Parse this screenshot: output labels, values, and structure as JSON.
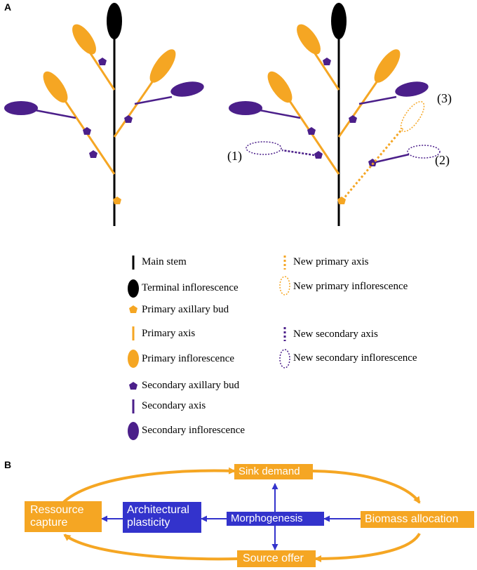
{
  "panel_a": {
    "label": "A",
    "callouts": [
      "(1)",
      "(2)",
      "(3)"
    ]
  },
  "legend": {
    "left": [
      {
        "icon": "main-stem",
        "label": "Main stem"
      },
      {
        "icon": "terminal-inflorescence",
        "label": "Terminal inflorescence"
      },
      {
        "icon": "primary-axillary-bud",
        "label": "Primary axillary bud"
      },
      {
        "icon": "primary-axis",
        "label": "Primary axis"
      },
      {
        "icon": "primary-inflorescence",
        "label": "Primary inflorescence"
      },
      {
        "icon": "secondary-axillary-bud",
        "label": "Secondary axillary bud"
      },
      {
        "icon": "secondary-axis",
        "label": "Secondary axis"
      },
      {
        "icon": "secondary-inflorescence",
        "label": "Secondary inflorescence"
      }
    ],
    "right": [
      {
        "icon": "new-primary-axis",
        "label": "New primary axis"
      },
      {
        "icon": "new-primary-inflorescence",
        "label": "New primary inflorescence"
      },
      {
        "icon": "new-secondary-axis",
        "label": "New secondary axis"
      },
      {
        "icon": "new-secondary-inflorescence",
        "label": "New secondary inflorescence"
      }
    ]
  },
  "panel_b": {
    "label": "B",
    "boxes": {
      "sink_demand": "Sink demand",
      "resource_capture": "Ressource\ncapture",
      "architectural_plasticity": "Architectural\nplasticity",
      "morphogenesis": "Morphogenesis",
      "biomass_allocation": "Biomass allocation",
      "source_offer": "Source offer"
    }
  },
  "colors": {
    "orange": "#f5a623",
    "purple": "#4b1f8a",
    "black": "#000000",
    "blue": "#3333cc"
  }
}
